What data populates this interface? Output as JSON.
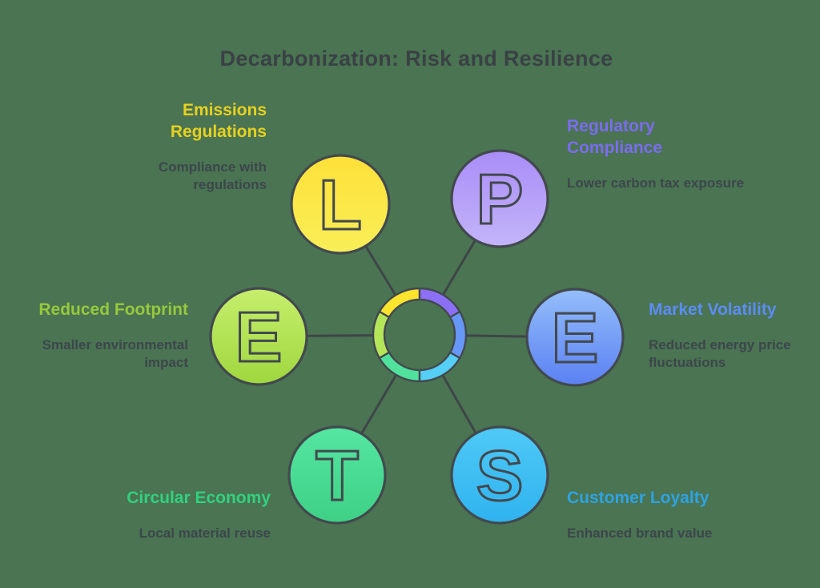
{
  "background_color": "#4a7452",
  "title": {
    "text": "Decarbonization: Risk and Resilience",
    "color": "#3a4145"
  },
  "outline_color": "#42494e",
  "description_color": "#3d464c",
  "nodes": [
    {
      "id": "legal",
      "letter": "L",
      "title_lines": [
        "Emissions",
        "Regulations"
      ],
      "description_lines": [
        "Compliance with",
        "regulations"
      ],
      "title_color": "#e7d120",
      "circle_gradient": [
        "#ffe139",
        "#f8ee58"
      ],
      "ring_color": "#fce32e"
    },
    {
      "id": "political",
      "letter": "P",
      "title_lines": [
        "Regulatory",
        "Compliance"
      ],
      "description_lines": [
        "Lower carbon tax exposure"
      ],
      "title_color": "#7b6cf0",
      "circle_gradient": [
        "#a98df7",
        "#c3b4f9"
      ],
      "ring_color": "#8b70f6"
    },
    {
      "id": "environmental",
      "letter": "E",
      "title_lines": [
        "Reduced Footprint"
      ],
      "description_lines": [
        "Smaller environmental",
        "impact"
      ],
      "title_color": "#96c93d",
      "circle_gradient": [
        "#c6ee6d",
        "#9fd73e"
      ],
      "ring_color": "#b5e558"
    },
    {
      "id": "economic",
      "letter": "E",
      "title_lines": [
        "Market Volatility"
      ],
      "description_lines": [
        "Reduced energy price",
        "fluctuations"
      ],
      "title_color": "#5b8cf5",
      "circle_gradient": [
        "#94befa",
        "#5b81f3"
      ],
      "ring_color": "#6697f7"
    },
    {
      "id": "technological",
      "letter": "T",
      "title_lines": [
        "Circular Economy"
      ],
      "description_lines": [
        "Local material reuse"
      ],
      "title_color": "#31d17e",
      "circle_gradient": [
        "#55e6a2",
        "#3ed085"
      ],
      "ring_color": "#50e19c"
    },
    {
      "id": "social",
      "letter": "S",
      "title_lines": [
        "Customer Loyalty"
      ],
      "description_lines": [
        "Enhanced brand value"
      ],
      "title_color": "#2ea3e3",
      "circle_gradient": [
        "#4fc9f6",
        "#2fb3ef"
      ],
      "ring_color": "#55cff5"
    }
  ]
}
